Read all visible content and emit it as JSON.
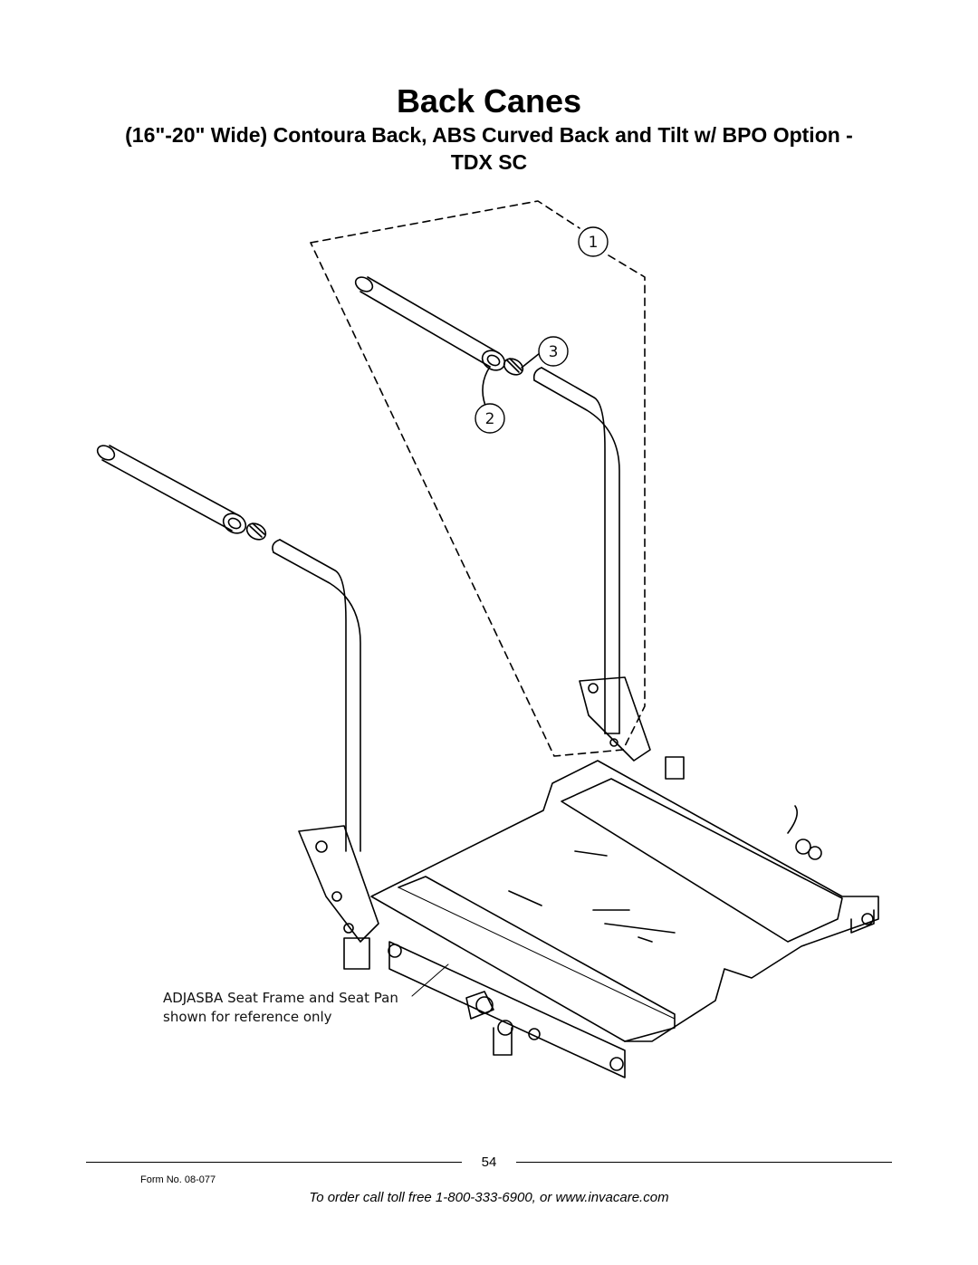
{
  "document": {
    "title": "Back Canes",
    "subtitle_line1": "(16\"-20\" Wide) Contoura Back, ABS Curved Back and Tilt w/ BPO Option -",
    "subtitle_line2": "TDX SC"
  },
  "diagram": {
    "callouts": [
      "1",
      "2",
      "3"
    ],
    "reference_note_line1": "ADJASBA Seat Frame and Seat Pan",
    "reference_note_line2": "shown for reference only",
    "line_color": "#000000"
  },
  "footer": {
    "page_number": "54",
    "form_number": "Form No. 08-077",
    "order_text": "To order call toll free 1-800-333-6900, or www.invacare.com"
  }
}
